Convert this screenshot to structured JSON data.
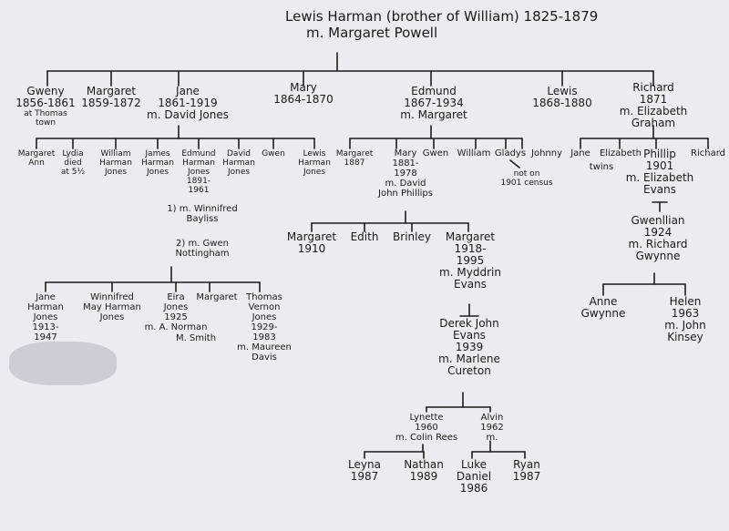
{
  "title": {
    "line1": "Lewis Harman (brother of William) 1825-1879",
    "line2": "m. Margaret Powell"
  },
  "gen1": {
    "gweny": {
      "l1": "Gweny",
      "l2": "1856-1861",
      "l3": "at Thomas",
      "l4": "town"
    },
    "margaret": {
      "l1": "Margaret",
      "l2": "1859-1872"
    },
    "jane": {
      "l1": "Jane",
      "l2": "1861-1919",
      "l3": "m. David Jones"
    },
    "mary": {
      "l1": "Mary",
      "l2": "1864-1870"
    },
    "edmund": {
      "l1": "Edmund",
      "l2": "1867-1934",
      "l3": "m. Margaret"
    },
    "lewis": {
      "l1": "Lewis",
      "l2": "1868-1880"
    },
    "richard": {
      "l1": "Richard",
      "l2": "1871",
      "l3": "m. Elizabeth",
      "l4": "Graham"
    }
  },
  "jane_children": {
    "margaret_ann": {
      "l1": "Margaret",
      "l2": "Ann"
    },
    "lydia": {
      "l1": "Lydia",
      "l2": "died",
      "l3": "at 5½"
    },
    "william": {
      "l1": "William",
      "l2": "Harman",
      "l3": "Jones"
    },
    "james": {
      "l1": "James",
      "l2": "Harman",
      "l3": "Jones"
    },
    "edmund": {
      "l1": "Edmund",
      "l2": "Harman",
      "l3": "Jones",
      "l4": "1891-",
      "l5": "1961"
    },
    "david": {
      "l1": "David",
      "l2": "Harman",
      "l3": "Jones"
    },
    "gwen": {
      "l1": "Gwen"
    },
    "lewis": {
      "l1": "Lewis",
      "l2": "Harman",
      "l3": "Jones"
    }
  },
  "edmund_jones_marriages": {
    "m1": {
      "l1": "1) m. Winnifred",
      "l2": "Bayliss"
    },
    "m2": {
      "l1": "2) m. Gwen",
      "l2": "Nottingham"
    }
  },
  "edmund_jones_children": {
    "jane": {
      "l1": "Jane",
      "l2": "Harman",
      "l3": "Jones",
      "l4": "1913-",
      "l5": "1947"
    },
    "winnifred": {
      "l1": "Winnifred",
      "l2": "May Harman",
      "l3": "Jones"
    },
    "eira": {
      "l1": "Eira",
      "l2": "Jones",
      "l3": "1925",
      "l4": "m. A. Norman"
    },
    "margaret": {
      "l1": "Margaret",
      "l2": "M. Smith"
    },
    "thomas": {
      "l1": "Thomas",
      "l2": "Vernon",
      "l3": "Jones",
      "l4": "1929-",
      "l5": "1983",
      "l6": "m. Maureen",
      "l7": "Davis"
    }
  },
  "edmund_children": {
    "margaret": {
      "l1": "Margaret",
      "l2": "1887"
    },
    "mary": {
      "l1": "Mary",
      "l2": "1881-",
      "l3": "1978",
      "l4": "m. David",
      "l5": "John Phillips"
    },
    "gwen": {
      "l1": "Gwen"
    },
    "william": {
      "l1": "William"
    },
    "gladys": {
      "l1": "Gladys"
    },
    "johnny": {
      "l1": "Johnny"
    },
    "note": {
      "l1": "not on",
      "l2": "1901 census"
    }
  },
  "mary_children": {
    "margaret1": {
      "l1": "Margaret",
      "l2": "1910"
    },
    "edith": {
      "l1": "Edith"
    },
    "brinley": {
      "l1": "Brinley"
    },
    "margaret2": {
      "l1": "Margaret",
      "l2": "1918-",
      "l3": "1995",
      "l4": "m. Myddrin",
      "l5": "Evans"
    }
  },
  "derek": {
    "l1": "Derek John",
    "l2": "Evans",
    "l3": "1939",
    "l4": "m. Marlene",
    "l5": "Cureton"
  },
  "derek_children": {
    "lynette": {
      "l1": "Lynette",
      "l2": "1960",
      "l3": "m. Colin Rees"
    },
    "alvin": {
      "l1": "Alvin",
      "l2": "1962",
      "l3": "m."
    }
  },
  "grandchildren": {
    "leyna": {
      "l1": "Leyna",
      "l2": "1987"
    },
    "nathan": {
      "l1": "Nathan",
      "l2": "1989"
    },
    "luke": {
      "l1": "Luke",
      "l2": "Daniel",
      "l3": "1986"
    },
    "ryan": {
      "l1": "Ryan",
      "l2": "1987"
    }
  },
  "richard_children": {
    "jane": {
      "l1": "Jane"
    },
    "elizabeth": {
      "l1": "Elizabeth"
    },
    "twins": {
      "l1": "twins"
    },
    "phillip": {
      "l1": "Phillip",
      "l2": "1901",
      "l3": "m. Elizabeth",
      "l4": "Evans"
    },
    "richard": {
      "l1": "Richard"
    }
  },
  "gwenllian": {
    "l1": "Gwenllian",
    "l2": "1924",
    "l3": "m. Richard",
    "l4": "Gwynne"
  },
  "gwenllian_children": {
    "anne": {
      "l1": "Anne",
      "l2": "Gwynne"
    },
    "helen": {
      "l1": "Helen",
      "l2": "1963",
      "l3": "m. John",
      "l4": "Kinsey"
    }
  }
}
